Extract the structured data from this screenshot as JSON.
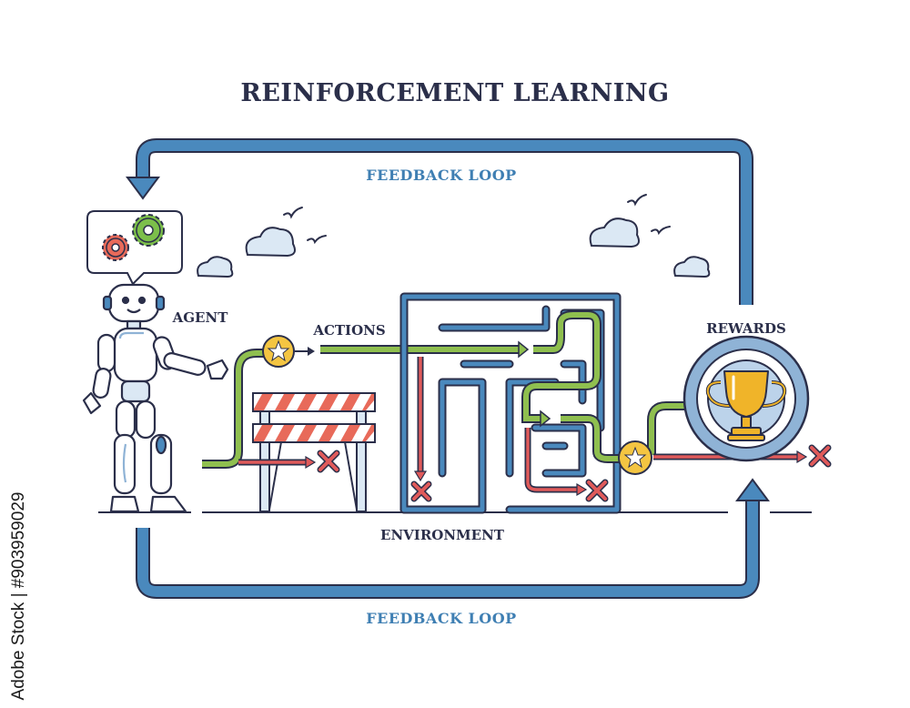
{
  "title": "REINFORCEMENT LEARNING",
  "labels": {
    "feedback_loop_top": "FEEDBACK LOOP",
    "feedback_loop_bottom": "FEEDBACK LOOP",
    "agent": "AGENT",
    "actions": "ACTIONS",
    "rewards": "REWARDS",
    "environment": "ENVIRONMENT"
  },
  "watermark_id": "Adobe Stock | #903959029",
  "colors": {
    "loop_blue": "#4a89bd",
    "outline": "#2b2f4a",
    "green_path": "#8fbf4f",
    "red_path": "#e05a5a",
    "star_gold": "#f4c542",
    "trophy_gold": "#f0b429",
    "gear_green": "#7cbf4a",
    "gear_red": "#e86a5a"
  },
  "icons": [
    "robot-agent-icon",
    "gears-thought-bubble-icon",
    "cloud-icon",
    "bird-icon",
    "roadblock-barrier-icon",
    "maze-icon",
    "star-checkpoint-icon",
    "trophy-icon",
    "x-mark-icon"
  ]
}
